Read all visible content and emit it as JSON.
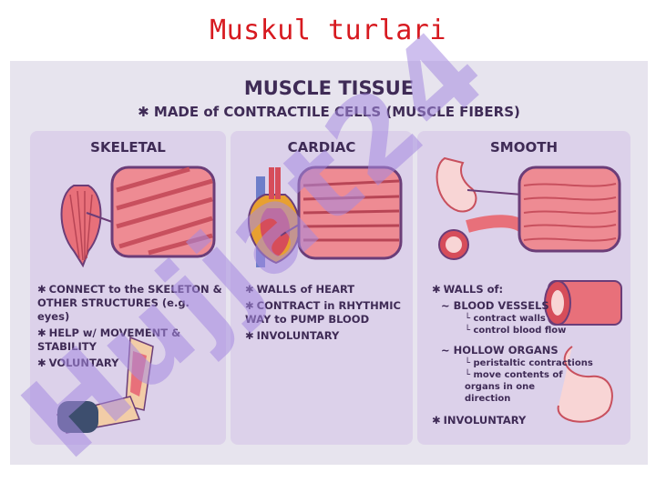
{
  "slide": {
    "title": "Muskul turlari"
  },
  "poster": {
    "title": "MUSCLE TISSUE",
    "subtitle": "✱ MADE of CONTRACTILE CELLS (MUSCLE FIBERS)"
  },
  "panels": [
    {
      "title": "SKELETAL",
      "bullets": [
        "CONNECT to the SKELETON & OTHER STRUCTURES (e.g. eyes)",
        "HELP w/ MOVEMENT & STABILITY",
        "VOLUNTARY"
      ]
    },
    {
      "title": "CARDIAC",
      "bullets": [
        "WALLS of HEART",
        "CONTRACT in RHYTHMIC WAY to PUMP BLOOD",
        "INVOLUNTARY"
      ]
    },
    {
      "title": "SMOOTH",
      "walls_label": "WALLS of:",
      "blood_vessels": "~ BLOOD VESSELS",
      "bv_sub1": "└ contract walls",
      "bv_sub2": "└ control blood flow",
      "hollow_organs": "~ HOLLOW ORGANS",
      "ho_sub1": "└ peristaltic contractions",
      "ho_sub2": "└ move contents of organs in one direction",
      "last": "INVOLUNTARY"
    }
  ],
  "star": "✱",
  "watermark": "Hujjat24",
  "colors": {
    "title_red": "#d71a20",
    "ink": "#3f2b56",
    "panel": "#dcd1ea",
    "muscle": "#e8707a",
    "watermark_purple": "#a58be0"
  }
}
